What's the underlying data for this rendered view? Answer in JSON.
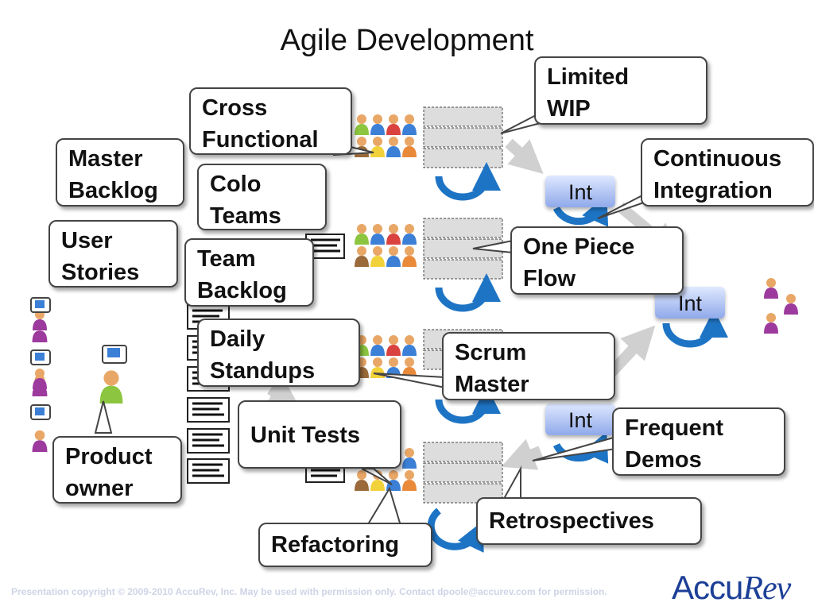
{
  "title": "Agile Development",
  "callouts": {
    "limited_wip": [
      "Limited",
      "WIP"
    ],
    "cross_functional": [
      "Cross",
      "Functional"
    ],
    "master_backlog": [
      "Master",
      "Backlog"
    ],
    "colo_teams": [
      "Colo",
      "Teams"
    ],
    "continuous_integration": [
      "Continuous",
      "Integration"
    ],
    "user_stories": [
      "User",
      "Stories"
    ],
    "team_backlog": [
      "Team",
      "Backlog"
    ],
    "one_piece_flow": [
      "One Piece",
      "Flow"
    ],
    "daily_standups": [
      "Daily",
      "Standups"
    ],
    "scrum_master": [
      "Scrum",
      "Master"
    ],
    "unit_tests": [
      "Unit Tests"
    ],
    "frequent_demos": [
      "Frequent",
      "Demos"
    ],
    "product_owner": [
      "Product",
      "owner"
    ],
    "retrospectives": [
      "Retrospectives"
    ],
    "refactoring": [
      "Refactoring"
    ]
  },
  "int_labels": [
    "Int",
    "Int",
    "Int"
  ],
  "footer": "Presentation copyright © 2009-2010 AccuRev, Inc. May be used with permission  only. Contact dpoole@accurev.com for permission.",
  "logo": {
    "part1": "Accu",
    "part2": "Rev"
  },
  "colors": {
    "cycle_blue": "#1e74c4",
    "person_orange": "#e98a3a",
    "person_blue": "#3b7fd6",
    "person_red": "#d9423e",
    "person_green": "#8cc53f",
    "person_yellow": "#f2d23a",
    "person_purple": "#9d3a9d",
    "person_brown": "#9a6a3a",
    "arrow_grey": "#d0d0d0",
    "logo_blue": "#1c3f97"
  },
  "icons": [
    "person-icon",
    "speech-bubble-icon",
    "document-icon",
    "cycle-arrow-icon",
    "flow-arrow-icon"
  ]
}
